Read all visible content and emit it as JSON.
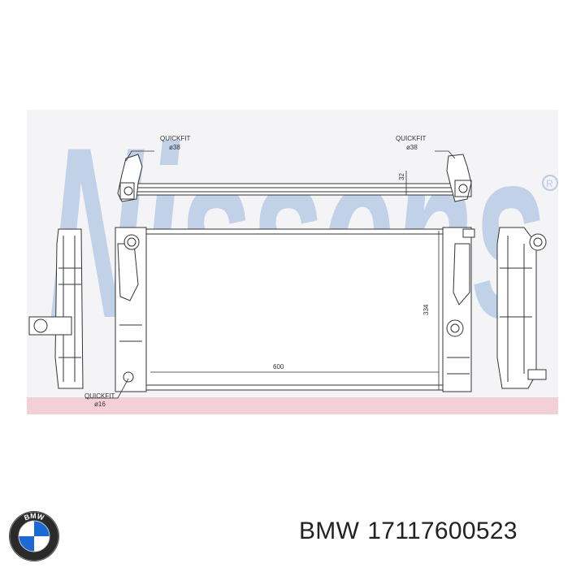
{
  "watermark": {
    "text": "Nissens",
    "mark": "R",
    "color": "#b9cbe6"
  },
  "callouts": {
    "top_left": {
      "line1": "QUICKFIT",
      "line2": "ø38"
    },
    "top_right": {
      "line1": "QUICKFIT",
      "line2": "ø38"
    },
    "bottom_left": {
      "line1": "QUICKFIT",
      "line2": "ø16"
    }
  },
  "dimensions": {
    "pipe_diameter": "32",
    "height": "334",
    "width": "600"
  },
  "brand": {
    "logo_text": "BMW",
    "name": "BMW",
    "part_number": "17117600523",
    "logo_colors": [
      "#1c69d4",
      "#ffffff"
    ]
  },
  "colors": {
    "background_band": "#f4f4f6",
    "pink_strip": "#f3cfd8",
    "line": "#333333"
  }
}
